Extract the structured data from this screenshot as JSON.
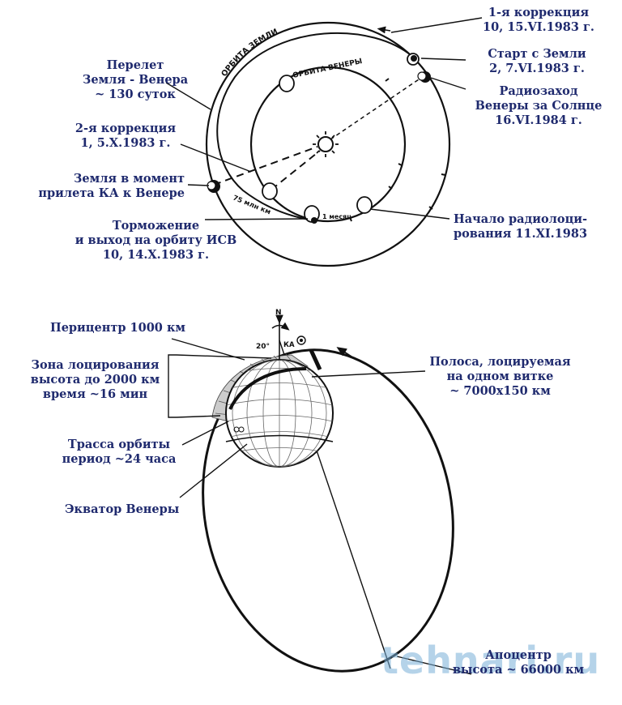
{
  "transfer": {
    "label": [
      "Перелет",
      "Земля - Венера",
      "~ 130 суток"
    ]
  },
  "correction1": {
    "label": [
      "1-я коррекция",
      "10, 15.VI.1983 г."
    ]
  },
  "launch": {
    "label": [
      "Старт с Земли",
      "2, 7.VI.1983 г."
    ]
  },
  "radio_occultation": {
    "label": [
      "Радиозаход",
      "Венеры за Солнце",
      "16.VI.1984 г."
    ]
  },
  "correction2": {
    "label": [
      "2-я коррекция",
      "1, 5.X.1983 г."
    ]
  },
  "earth_arrival": {
    "label": [
      "Земля в момент",
      "прилета КА к Венере"
    ]
  },
  "braking": {
    "label": [
      "Торможение",
      "и выход на орбиту ИСВ",
      "10, 14.X.1983 г."
    ]
  },
  "radar_start": {
    "label": [
      "Начало радиолоци-",
      "рования 11.XI.1983"
    ]
  },
  "pericenter": {
    "label": "Перицентр 1000 км"
  },
  "radar_zone": {
    "label": [
      "Зона лоцирования",
      "высота до 2000 км",
      "время ~16 мин"
    ]
  },
  "radar_strip": {
    "label": [
      "Полоса, лоцируемая",
      "на одном витке",
      "~ 7000x150 км"
    ]
  },
  "orbit_track": {
    "label": [
      "Трасса орбиты",
      "период ~24 часа"
    ]
  },
  "equator": {
    "label": "Экватор Венеры"
  },
  "apocenter": {
    "label": [
      "Апоцентр",
      "высота ~ 66000 км"
    ]
  },
  "orbit_names": {
    "earth_orbit": "ОРБИТА ЗЕМЛИ",
    "venus_orbit": "ОРБИТА ВЕНЕРЫ"
  },
  "small_marks": {
    "distance": "75 млн км",
    "month": "1 месяц",
    "north": "N",
    "angle": "20°",
    "ka": "КА"
  },
  "watermark": "tehnari.ru",
  "colors": {
    "label": "#1f2a6e",
    "line": "#111111"
  }
}
